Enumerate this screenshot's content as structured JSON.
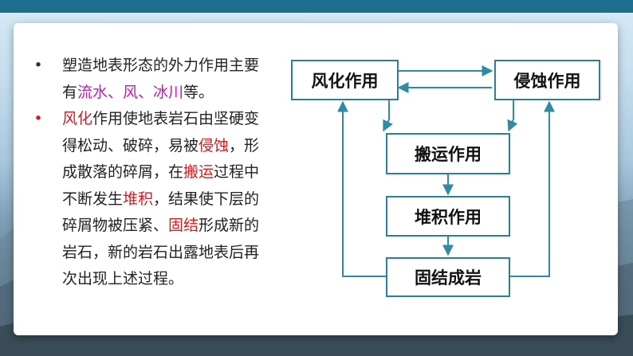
{
  "colors": {
    "topbar": "#1f6d8e",
    "box_border": "#2b8094",
    "arrow": "#2e8aa6",
    "highlight_pink": "#c515b7",
    "highlight_red": "#e0141b",
    "text": "#222222"
  },
  "bullets": [
    {
      "marker": "•",
      "marker_color": "#333333",
      "lines": [
        [
          {
            "t": "塑造地表形态的外力作用主要",
            "c": "blk"
          }
        ],
        [
          {
            "t": "有",
            "c": "blk"
          },
          {
            "t": "流水、风、冰川",
            "c": "pink"
          },
          {
            "t": "等。",
            "c": "blk"
          }
        ]
      ]
    },
    {
      "marker": "•",
      "marker_color": "#e0141b",
      "lines": [
        [
          {
            "t": "风化",
            "c": "red"
          },
          {
            "t": "作用使地表岩石由坚硬变",
            "c": "blk"
          }
        ],
        [
          {
            "t": "得松动、破碎，易被",
            "c": "blk"
          },
          {
            "t": "侵蚀",
            "c": "red"
          },
          {
            "t": "，形",
            "c": "blk"
          }
        ],
        [
          {
            "t": "成散落的碎屑，在",
            "c": "blk"
          },
          {
            "t": "搬运",
            "c": "red"
          },
          {
            "t": "过程中",
            "c": "blk"
          }
        ],
        [
          {
            "t": "不断发生",
            "c": "blk"
          },
          {
            "t": "堆积",
            "c": "red"
          },
          {
            "t": "，结果使下层的",
            "c": "blk"
          }
        ],
        [
          {
            "t": "碎屑物被压紧、",
            "c": "blk"
          },
          {
            "t": "固结",
            "c": "red"
          },
          {
            "t": "形成新的",
            "c": "blk"
          }
        ],
        [
          {
            "t": "岩石，新的岩石出露地表后再",
            "c": "blk"
          }
        ],
        [
          {
            "t": "次出现上述过程。",
            "c": "blk"
          }
        ]
      ]
    }
  ],
  "diagram": {
    "nodes": {
      "weathering": "风化作用",
      "erosion": "侵蚀作用",
      "transport": "搬运作用",
      "deposition": "堆积作用",
      "consolidation": "固结成岩"
    }
  }
}
